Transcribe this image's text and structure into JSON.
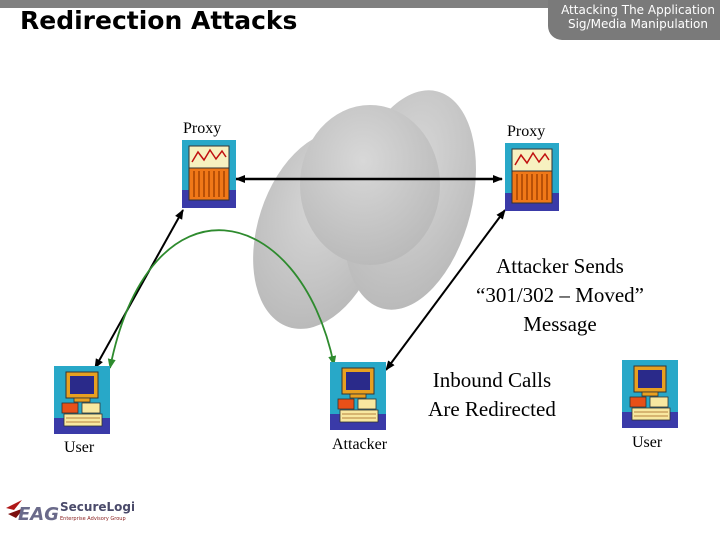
{
  "header": {
    "title": "Redirection Attacks",
    "tab_line1": "Attacking The Application",
    "tab_line2": "Sig/Media Manipulation"
  },
  "labels": {
    "proxy_left": "Proxy",
    "proxy_right": "Proxy",
    "user_left": "User",
    "attacker": "Attacker",
    "user_right": "User"
  },
  "annotations": {
    "attacker_sends": [
      "Attacker Sends",
      "“301/302 – Moved”",
      "Message"
    ],
    "inbound": [
      "Inbound Calls",
      "Are Redirected"
    ]
  },
  "logo": {
    "brand": "EAG",
    "name": "SecureLogix",
    "tagline": "Enterprise Advisory Group"
  },
  "colors": {
    "cloud": "#c6c6c6",
    "green_arrow": "#2e8b2e",
    "icon_bg": "#28a8c8",
    "icon_base": "#3a3aa8"
  }
}
